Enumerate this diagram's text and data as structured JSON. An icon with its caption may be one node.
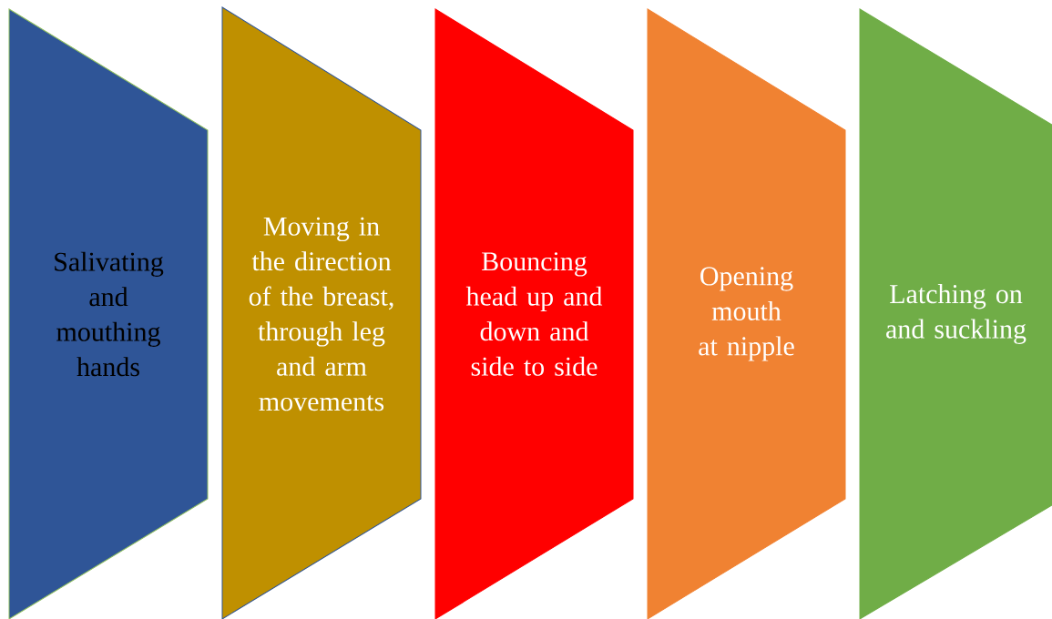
{
  "diagram": {
    "nodes": [
      {
        "text": [
          "Salivating and mouthing hands"
        ]
      },
      {
        "text": [
          "Moving in the direction of the breast, through leg and arm movements"
        ]
      },
      {
        "text": [
          "Bouncing head up and down and side to side"
        ]
      },
      {
        "text": [
          "Opening mouth at nipple"
        ]
      },
      {
        "text": [
          "Latching on and suckling"
        ]
      }
    ]
  }
}
